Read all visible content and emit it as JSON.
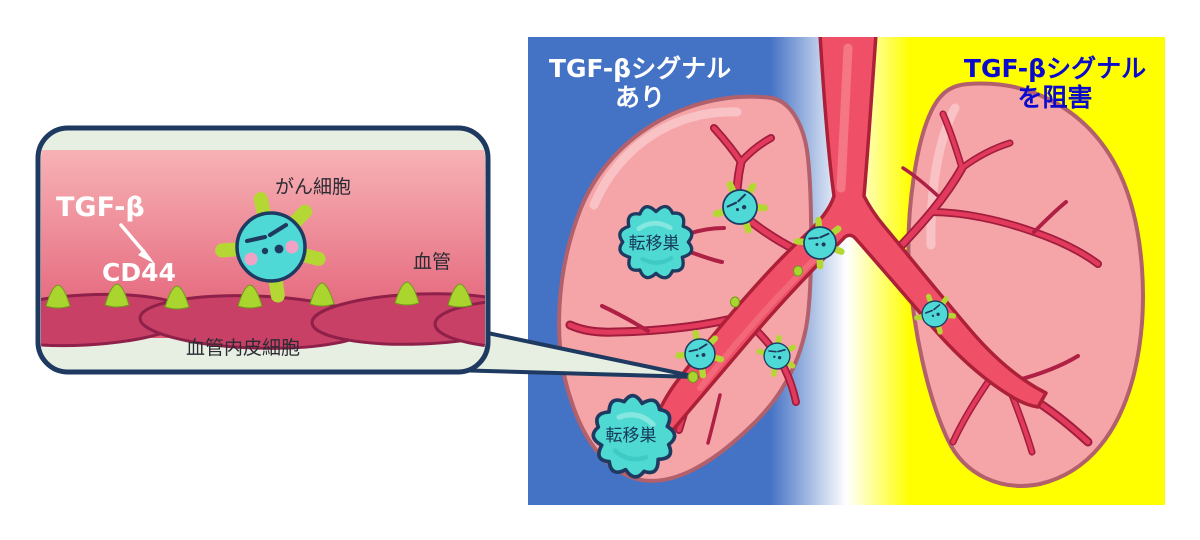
{
  "figure": {
    "inset": {
      "tgf_beta_label": "TGF-β",
      "cd44_label": "CD44",
      "cancer_cell_label": "がん細胞",
      "vessel_label": "血管",
      "endothelium_label": "血管内皮細胞"
    },
    "comparison": {
      "left_condition": {
        "title_line1": "TGF-βシグナル",
        "title_line2": "あり",
        "metastasis_label_upper": "転移巣",
        "metastasis_label_lower": "転移巣"
      },
      "right_condition": {
        "title_line1": "TGF-βシグナル",
        "title_line2": "を阻害"
      }
    },
    "colors": {
      "left_condition_bg": "#4472C4",
      "right_condition_bg": "#FFFF00",
      "left_title_text": "#FFFFFF",
      "right_title_text": "#0A0ACC",
      "outline_navy": "#1F3A60",
      "inset_bg": "#E7EFE2",
      "inset_blood_top": "#F7B2B5",
      "inset_blood_bottom": "#E25C74",
      "endothelium_fill": "#C94067",
      "endothelium_outline": "#8E2049",
      "cd44_green": "#A9D52E",
      "cancer_cell_fill": "#4FD9D6",
      "cancer_spike_green": "#B5D733",
      "lung_fill": "#F5A5A8",
      "lung_outline": "#B2606C",
      "main_vessel_fill": "#EF5068",
      "main_vessel_outline": "#AC2038",
      "lung_vessel_bright": "#E23A5C",
      "lung_vessel_dark": "#A01D3E",
      "metastasis_fill": "#4FD9D3",
      "blush_pink": "#F2A3C5"
    }
  }
}
